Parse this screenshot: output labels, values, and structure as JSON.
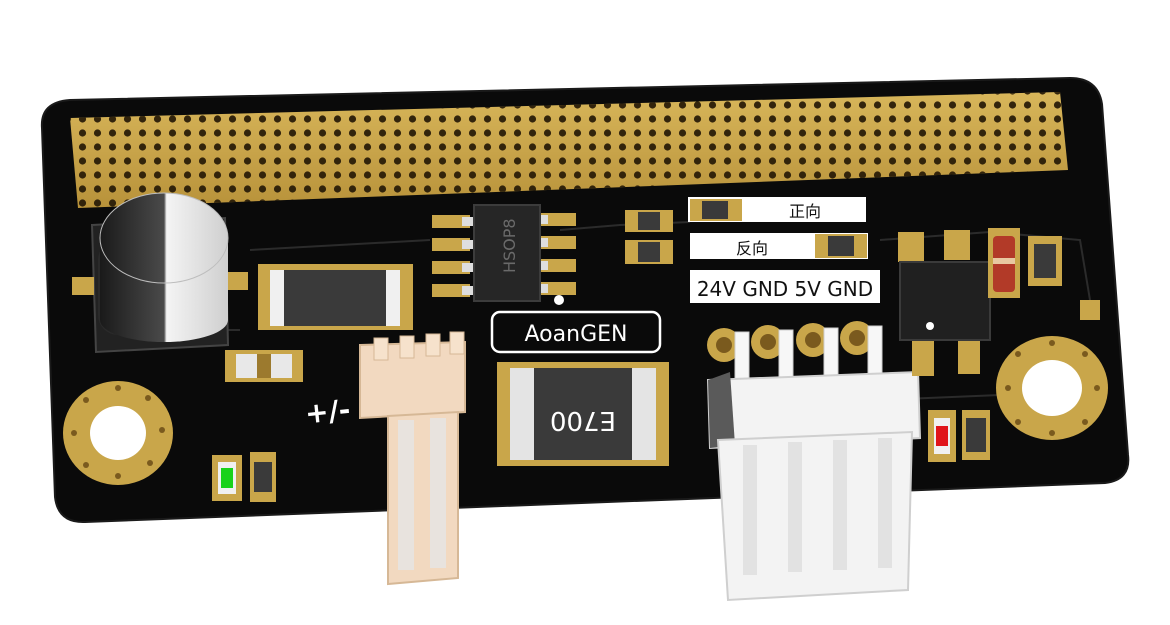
{
  "board": {
    "brand_label": "AoanGEN",
    "ic_marking": "HSOP8",
    "inductor_marking": "E700",
    "forward_label": "正向",
    "reverse_label": "反向",
    "pin_labels": "24V GND 5V GND",
    "polarity_label": "+/-"
  },
  "colors": {
    "pcb": "#0a0a0a",
    "gold": "#c9a64a",
    "silk": "#ffffff",
    "led_green": "#19d21a",
    "led_red": "#e0141a",
    "connector_beige": "#f2d9c0",
    "connector_white": "#f3f3f3"
  }
}
